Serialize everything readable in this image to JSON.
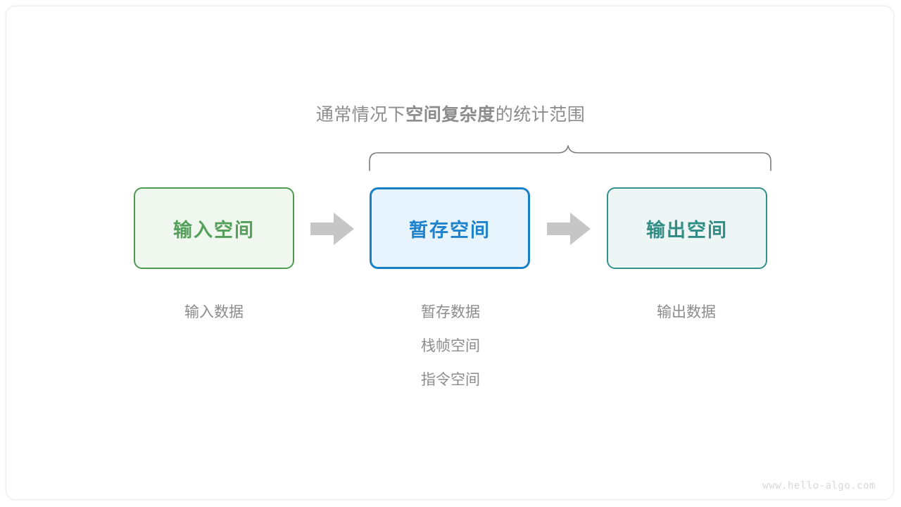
{
  "diagram": {
    "caption": {
      "prefix": "通常情况下",
      "emphasis": "空间复杂度",
      "suffix": "的统计范围"
    },
    "brace": {
      "label": "statistical-scope-brace",
      "color": "#7a7a7a"
    },
    "boxes": [
      {
        "id": "input-space",
        "title": "输入空间",
        "fill": "#eff7ef",
        "border": "#4e9a4e",
        "text_color": "#54a05a"
      },
      {
        "id": "buffer-space",
        "title": "暂存空间",
        "fill": "#e7f4fd",
        "border": "#1880c8",
        "text_color": "#1f82cc"
      },
      {
        "id": "output-space",
        "title": "输出空间",
        "fill": "#edf6f4",
        "border": "#34908a",
        "text_color": "#2f8d85"
      }
    ],
    "arrows": [
      {
        "id": "arrow-input-to-buffer",
        "icon": "right-arrow-icon",
        "color": "#c6c6c6"
      },
      {
        "id": "arrow-buffer-to-output",
        "icon": "right-arrow-icon",
        "color": "#c6c6c6"
      }
    ],
    "annotations": [
      {
        "id": "input-annotations",
        "lines": [
          "输入数据"
        ]
      },
      {
        "id": "buffer-annotations",
        "lines": [
          "暂存数据",
          "栈帧空间",
          "指令空间"
        ]
      },
      {
        "id": "output-annotations",
        "lines": [
          "输出数据"
        ]
      }
    ],
    "watermark": "www.hello-algo.com"
  }
}
